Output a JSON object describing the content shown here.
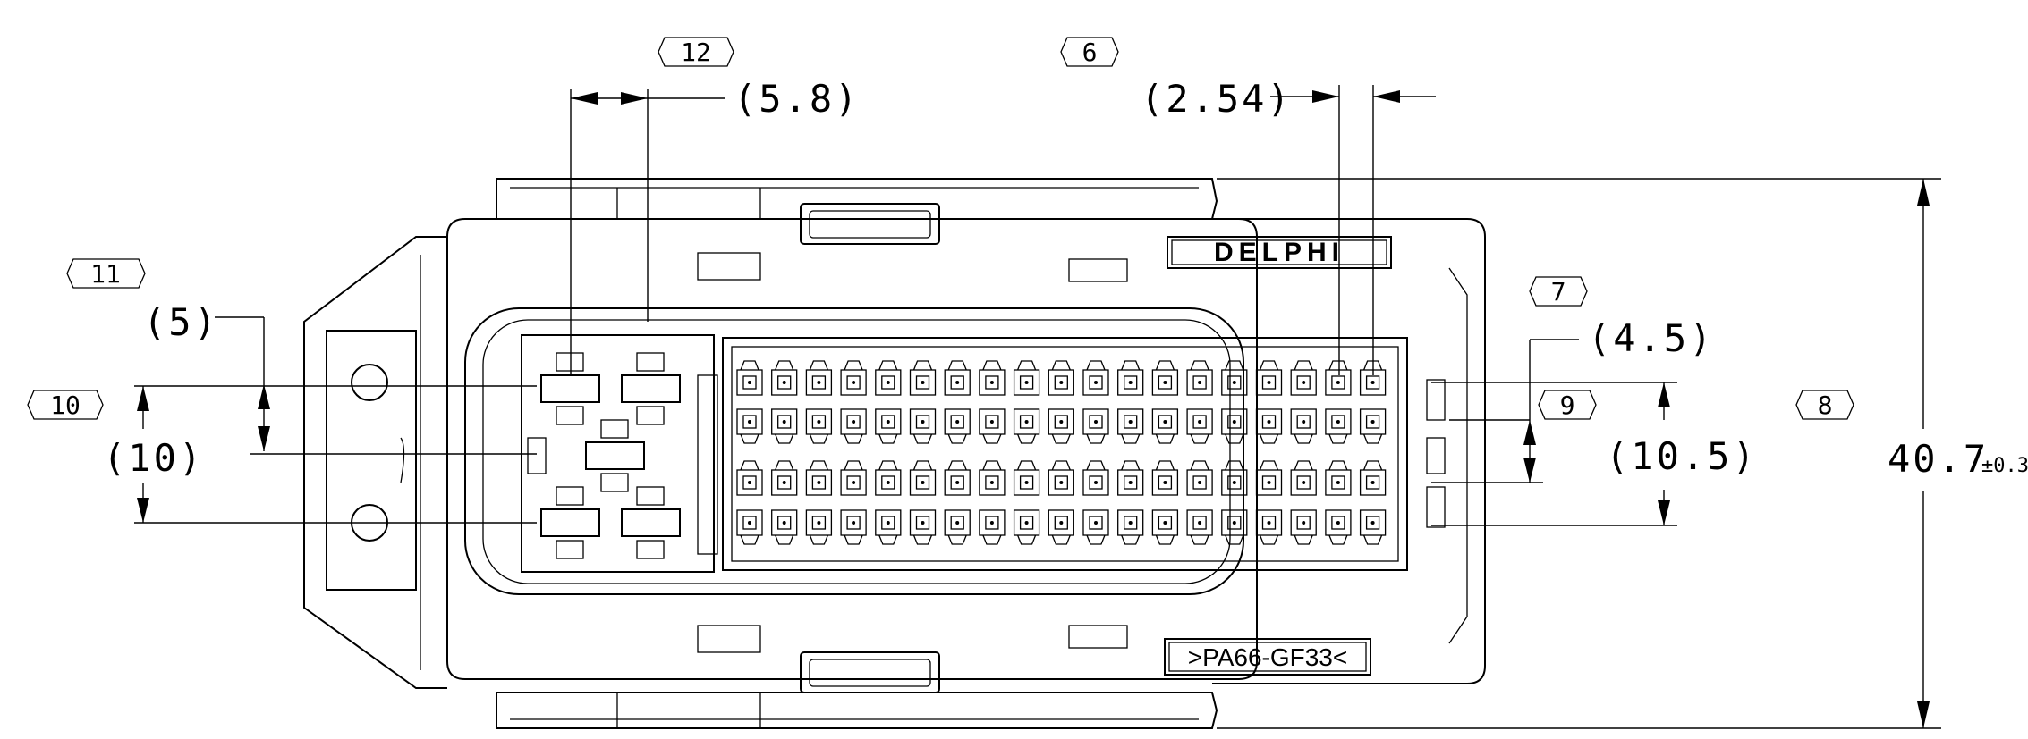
{
  "dimensions": {
    "d_5_8": "(5.8)",
    "d_2_54": "(2.54)",
    "d_5": "(5)",
    "d_10": "(10)",
    "d_4_5": "(4.5)",
    "d_10_5": "(10.5)",
    "d_40_7": "40.7",
    "d_40_7_tol": "±0.3"
  },
  "balloons": {
    "b12": "12",
    "b6": "6",
    "b11": "11",
    "b10": "10",
    "b7": "7",
    "b9": "9",
    "b8": "8"
  },
  "markings": {
    "brand": "DELPHI",
    "material": ">PA66-GF33<"
  }
}
